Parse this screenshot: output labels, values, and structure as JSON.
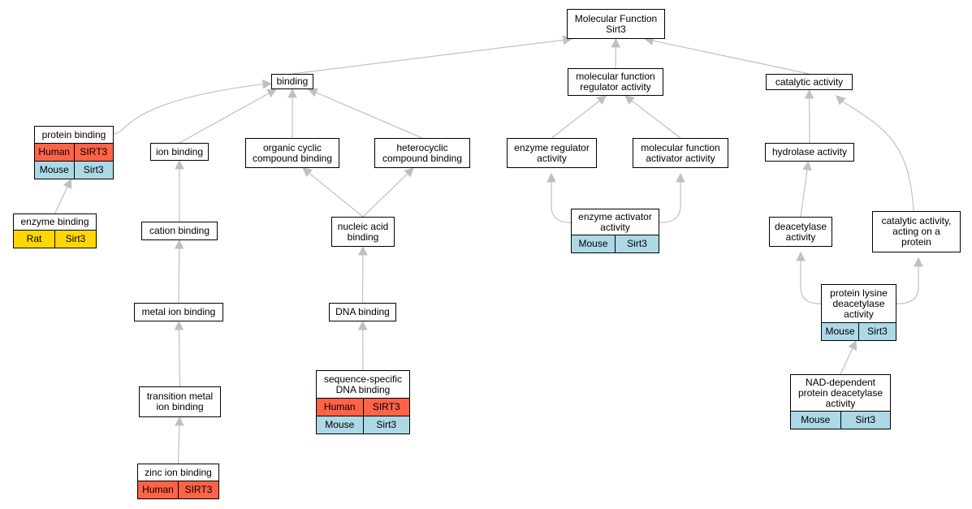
{
  "diagram": {
    "nodes": {
      "mf": {
        "label": "Molecular Function\nSirt3"
      },
      "binding": {
        "label": "binding"
      },
      "mfra": {
        "label": "molecular function\nregulator activity"
      },
      "cat": {
        "label": "catalytic activity"
      },
      "pb": {
        "label": "protein binding",
        "rows": [
          {
            "species": "Human",
            "gene": "SIRT3",
            "color": "#ff6347"
          },
          {
            "species": "Mouse",
            "gene": "Sirt3",
            "color": "#add8e6"
          }
        ]
      },
      "eb": {
        "label": "enzyme binding",
        "rows": [
          {
            "species": "Rat",
            "gene": "Sirt3",
            "color": "#ffd700"
          }
        ]
      },
      "ionb": {
        "label": "ion binding"
      },
      "ocb": {
        "label": "organic cyclic\ncompound binding"
      },
      "hcb": {
        "label": "heterocyclic\ncompound binding"
      },
      "era": {
        "label": "enzyme regulator\nactivity"
      },
      "mfaa": {
        "label": "molecular function\nactivator activity"
      },
      "hyd": {
        "label": "hydrolase activity"
      },
      "catb": {
        "label": "cation binding"
      },
      "nab": {
        "label": "nucleic acid\nbinding"
      },
      "eaa": {
        "label": "enzyme activator\nactivity",
        "rows": [
          {
            "species": "Mouse",
            "gene": "Sirt3",
            "color": "#add8e6"
          }
        ]
      },
      "deac": {
        "label": "deacetylase\nactivity"
      },
      "cap": {
        "label": "catalytic activity,\nacting on a\nprotein"
      },
      "mib": {
        "label": "metal ion binding"
      },
      "dnab": {
        "label": "DNA binding"
      },
      "plda": {
        "label": "protein lysine\ndeacetylase\nactivity",
        "rows": [
          {
            "species": "Mouse",
            "gene": "Sirt3",
            "color": "#add8e6"
          }
        ]
      },
      "tmib": {
        "label": "transition metal\nion binding"
      },
      "ssdb": {
        "label": "sequence-specific\nDNA binding",
        "rows": [
          {
            "species": "Human",
            "gene": "SIRT3",
            "color": "#ff6347"
          },
          {
            "species": "Mouse",
            "gene": "Sirt3",
            "color": "#add8e6"
          }
        ]
      },
      "nad": {
        "label": "NAD-dependent\nprotein deacetylase\nactivity",
        "rows": [
          {
            "species": "Mouse",
            "gene": "Sirt3",
            "color": "#add8e6"
          }
        ]
      },
      "zib": {
        "label": "zinc ion binding",
        "rows": [
          {
            "species": "Human",
            "gene": "SIRT3",
            "color": "#ff6347"
          }
        ]
      }
    },
    "edges": [
      [
        "binding",
        "mf"
      ],
      [
        "mfra",
        "mf"
      ],
      [
        "cat",
        "mf"
      ],
      [
        "pb",
        "binding"
      ],
      [
        "ionb",
        "binding"
      ],
      [
        "ocb",
        "binding"
      ],
      [
        "hcb",
        "binding"
      ],
      [
        "eb",
        "pb"
      ],
      [
        "catb",
        "ionb"
      ],
      [
        "mib",
        "catb"
      ],
      [
        "tmib",
        "mib"
      ],
      [
        "zib",
        "tmib"
      ],
      [
        "nab",
        "ocb"
      ],
      [
        "nab",
        "hcb"
      ],
      [
        "dnab",
        "nab"
      ],
      [
        "ssdb",
        "dnab"
      ],
      [
        "era",
        "mfra"
      ],
      [
        "mfaa",
        "mfra"
      ],
      [
        "eaa",
        "era"
      ],
      [
        "eaa",
        "mfaa"
      ],
      [
        "hyd",
        "cat"
      ],
      [
        "cap",
        "cat"
      ],
      [
        "deac",
        "hyd"
      ],
      [
        "plda",
        "deac"
      ],
      [
        "plda",
        "cap"
      ],
      [
        "nad",
        "plda"
      ]
    ],
    "edge_color": "#c0c0c0"
  }
}
